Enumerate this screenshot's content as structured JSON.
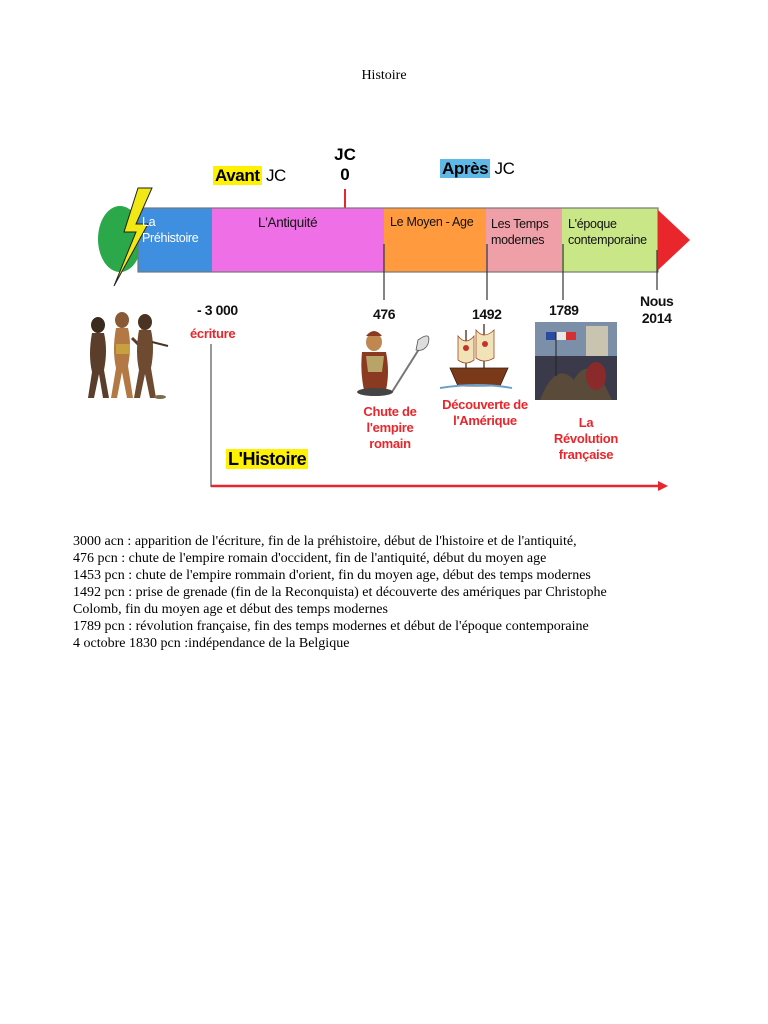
{
  "document": {
    "title": "Histoire"
  },
  "timeline": {
    "avant_strong": "Avant",
    "avant_rest": "JC",
    "apres_strong": "Après",
    "apres_rest": "JC",
    "jc_top": "JC",
    "jc_zero": "0",
    "eras": [
      {
        "label_line1": "La",
        "label_line2": "Préhistoire",
        "color": "#3f8fe0"
      },
      {
        "label_line1": "L'Antiquité",
        "color": "#ee6fe6"
      },
      {
        "label_line1": "Le Moyen - Age",
        "color": "#ff9a3e"
      },
      {
        "label_line1": "Les Temps",
        "label_line2": "modernes",
        "color": "#ef9fa8"
      },
      {
        "label_line1": "L'époque",
        "label_line2": "contemporaine",
        "color": "#c9e787"
      }
    ],
    "dates": {
      "d3000": "- 3 000",
      "d3000_caption": "écriture",
      "d476": "476",
      "d1492": "1492",
      "d1789": "1789",
      "nous_line1": "Nous",
      "nous_line2": "2014"
    },
    "captions": {
      "rome_l1": "Chute de",
      "rome_l2": "l'empire",
      "rome_l3": "romain",
      "amer_l1": "Découverte de",
      "amer_l2": "l'Amérique",
      "rev_l1": "La",
      "rev_l2": "Révolution",
      "rev_l3": "française"
    },
    "histoire_label": "L'Histoire",
    "colors": {
      "red": "#e8262c",
      "highlight": "#fff200",
      "lightning": "#f2e814",
      "green_blob": "#2aa84a"
    }
  },
  "notes": [
    "3000 acn : apparition de l'écriture, fin de la préhistoire, début de l'histoire et de l'antiquité,",
    "476 pcn : chute de l'empire romain d'occident, fin de l'antiquité, début du moyen age",
    "1453 pcn : chute de l'empire rommain d'orient, fin du moyen age, début des temps modernes",
    "1492 pcn : prise de grenade (fin de la Reconquista) et découverte des amériques par Christophe",
    "Colomb, fin du moyen age et début des temps modernes",
    "1789 pcn : révolution française, fin des temps modernes et début de l'époque contemporaine",
    "4 octobre 1830 pcn :indépendance de la Belgique"
  ]
}
